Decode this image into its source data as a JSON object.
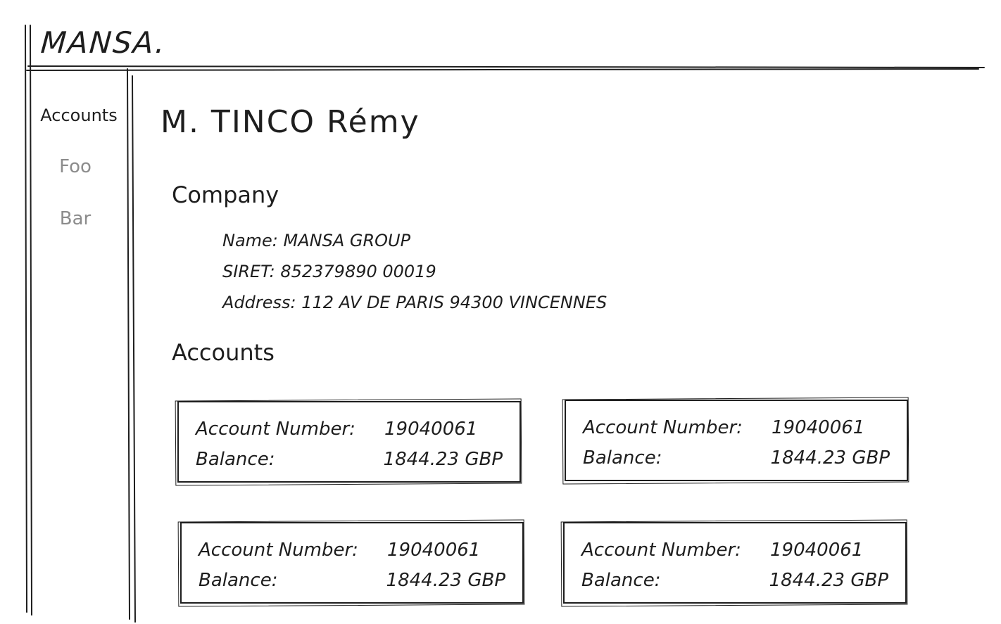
{
  "header": {
    "logo": "MANSA."
  },
  "sidebar": {
    "items": [
      {
        "label": "Accounts"
      },
      {
        "label": "Foo"
      },
      {
        "label": "Bar"
      }
    ]
  },
  "main": {
    "title": "M. TINCO Rémy",
    "company": {
      "heading": "Company",
      "name": "Name: MANSA GROUP",
      "siret": "SIRET: 852379890 00019",
      "address": "Address: 112 AV DE PARIS 94300 VINCENNES"
    },
    "accounts": {
      "heading": "Accounts",
      "number_label": "Account Number:",
      "balance_label": "Balance:",
      "items": [
        {
          "number": "19040061",
          "balance": "1844.23 GBP"
        },
        {
          "number": "19040061",
          "balance": "1844.23 GBP"
        },
        {
          "number": "19040061",
          "balance": "1844.23 GBP"
        },
        {
          "number": "19040061",
          "balance": "1844.23 GBP"
        }
      ]
    }
  },
  "colors": {
    "ink": "#1e1e1e",
    "muted": "#8c8c8c"
  }
}
